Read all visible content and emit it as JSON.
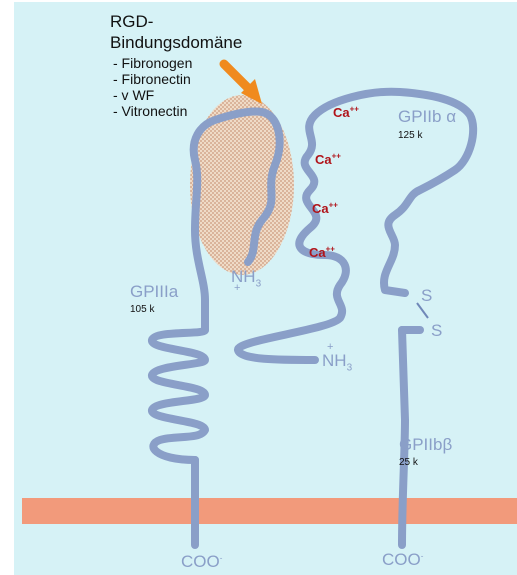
{
  "rgd": {
    "title_line1": "RGD-",
    "title_line2": "Bindungsdomäne",
    "ligands": [
      "- Fibronogen",
      "- Fibronectin",
      "- v WF",
      "- Vitronectin"
    ]
  },
  "proteins": {
    "gpiiia": {
      "name": "GPIIIa",
      "mass": "105 k"
    },
    "gpiib_alpha": {
      "name": "GPIIb",
      "greek": "α",
      "mass": "125 k"
    },
    "gpiib_beta": {
      "name": "GPIIb",
      "greek": "β",
      "mass": "25 k"
    }
  },
  "ca_label": "Ca",
  "ca_charge": "++",
  "nh3": {
    "base": "NH",
    "sub": "3",
    "charge": "+"
  },
  "coo": {
    "base": "COO",
    "charge": "-"
  },
  "disulfide": {
    "s1": "S",
    "s2": "S"
  },
  "colors": {
    "background": "#d6f2f6",
    "membrane": "#f29a7b",
    "chain": "#8a9fc8",
    "domain_fill": "#e8b99a",
    "arrow": "#f08a1e",
    "calcium_text": "#b0141a"
  }
}
